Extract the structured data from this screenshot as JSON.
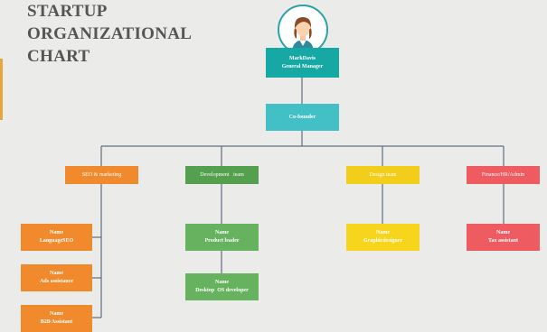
{
  "title": {
    "line1": "STARTUP",
    "line2": "ORGANIZATIONAL",
    "line3": "CHART"
  },
  "colors": {
    "teal": "#16a8a4",
    "cofounder": "#43c0c5",
    "orange": "#f08a2c",
    "green": "#66b25e",
    "green_dark": "#55a04e",
    "yellow": "#f2cd1a",
    "yellow_light": "#f8d51d",
    "red": "#ee5b60",
    "line": "#5f6f80"
  },
  "ceo": {
    "name": "MarkDavis",
    "role": "General Manager",
    "avatar_icon": "person-avatar-icon"
  },
  "cofounder": {
    "label": "Co-founder"
  },
  "departments": [
    {
      "label": "SEO & marketing"
    },
    {
      "label": "Development   team"
    },
    {
      "label": "Design team"
    },
    {
      "label": "Finance/HR/Admin"
    }
  ],
  "staff": {
    "seo": [
      {
        "name": "Name",
        "role": "LanguageSEO"
      },
      {
        "name": "Name",
        "role": "Ads assistance"
      },
      {
        "name": "Name",
        "role": "B2B Assistant"
      }
    ],
    "dev": [
      {
        "name": "Name",
        "role": "Product leader"
      },
      {
        "name": "Name",
        "role": "Desktop  OS developer"
      }
    ],
    "design": [
      {
        "name": "Name",
        "role": "Graphicdesigner"
      }
    ],
    "finance": [
      {
        "name": "Name",
        "role": "Tax assistant"
      }
    ]
  }
}
